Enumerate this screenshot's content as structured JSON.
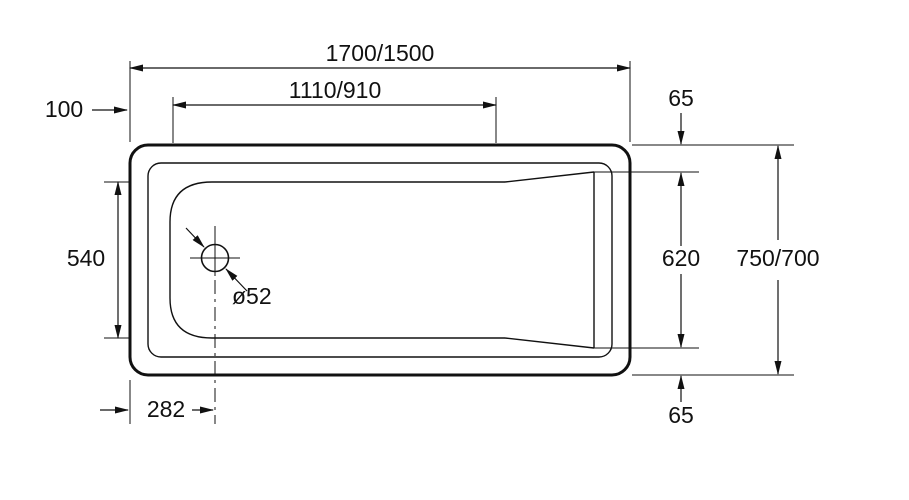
{
  "diagram": {
    "title": "bathtub-top-view-technical-drawing",
    "colors": {
      "line": "#111111",
      "background": "#ffffff"
    },
    "dims": {
      "overall_length": "1700/1500",
      "basin_length": "1110/910",
      "left_edge_offset": "100",
      "top_rim_width": "65",
      "left_inner_width": "540",
      "right_inner_width": "620",
      "overall_width": "750/700",
      "bottom_rim_width": "65",
      "drain_offset_from_left": "282",
      "drain_diameter": "ø52"
    }
  }
}
